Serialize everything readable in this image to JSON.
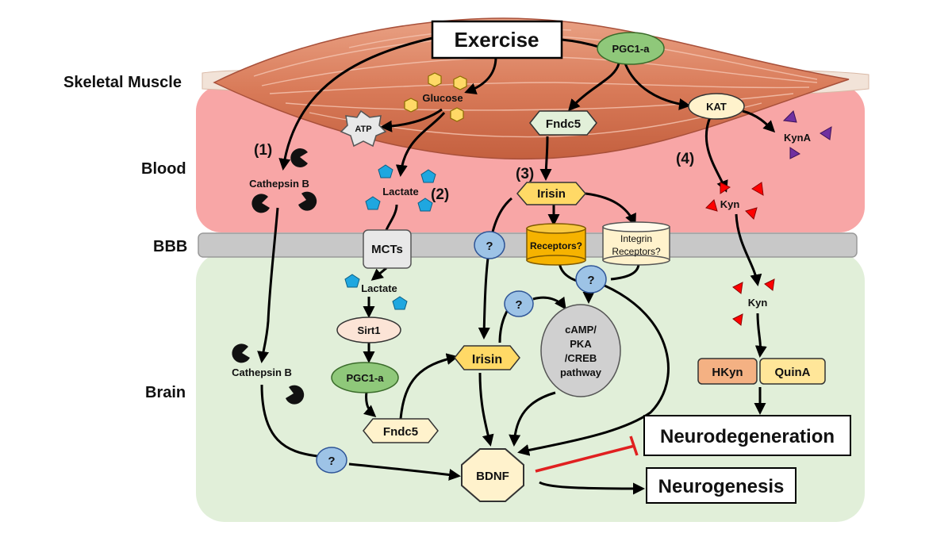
{
  "regions": {
    "skeletal_muscle": "Skeletal Muscle",
    "blood": "Blood",
    "bbb": "BBB",
    "brain": "Brain"
  },
  "nodes": {
    "exercise": "Exercise",
    "pgc1a_muscle": "PGC1-a",
    "glucose": "Glucose",
    "atp": "ATP",
    "fndc5_muscle": "Fndc5",
    "kat": "KAT",
    "kyna": "KynA",
    "cathepsin_blood": "Cathepsin B",
    "lactate_blood": "Lactate",
    "irisin_blood": "Irisin",
    "kyn_blood": "Kyn",
    "mcts": "MCTs",
    "receptors": "Receptors?",
    "integrin_1": "Integrin",
    "integrin_2": "Receptors?",
    "lactate_brain": "Lactate",
    "sirt1": "Sirt1",
    "pgc1a_brain": "PGC1-a",
    "fndc5_brain": "Fndc5",
    "irisin_brain": "Irisin",
    "camp_1": "cAMP/",
    "camp_2": "PKA",
    "camp_3": "/CREB",
    "camp_4": "pathway",
    "cathepsin_brain": "Cathepsin B",
    "kyn_brain": "Kyn",
    "hkyn": "HKyn",
    "quina": "QuinA",
    "bdnf": "BDNF",
    "neurodegeneration": "Neurodegeneration",
    "neurogenesis": "Neurogenesis",
    "unknown": "?"
  },
  "pathway_numbers": {
    "p1": "(1)",
    "p2": "(2)",
    "p3": "(3)",
    "p4": "(4)"
  },
  "colors": {
    "blood": "#f8a6a6",
    "brain": "#e1efd9",
    "bbb": "#c8c8c8",
    "pgc1a": "#8fc87a",
    "glucose": "#ffd966",
    "lactate": "#1fa7e0",
    "irisin": "#ffd966",
    "receptors": "#f6b300",
    "integrin": "#fff2cc",
    "question": "#9dc3e6",
    "sirt1": "#fce4d6",
    "camp": "#d0d0d0",
    "hkyn": "#f4b183",
    "quina": "#ffe699",
    "bdnf": "#fff2cc",
    "kyn": "#ff0000",
    "kyna": "#7030a0",
    "inhibition": "#e02020"
  }
}
